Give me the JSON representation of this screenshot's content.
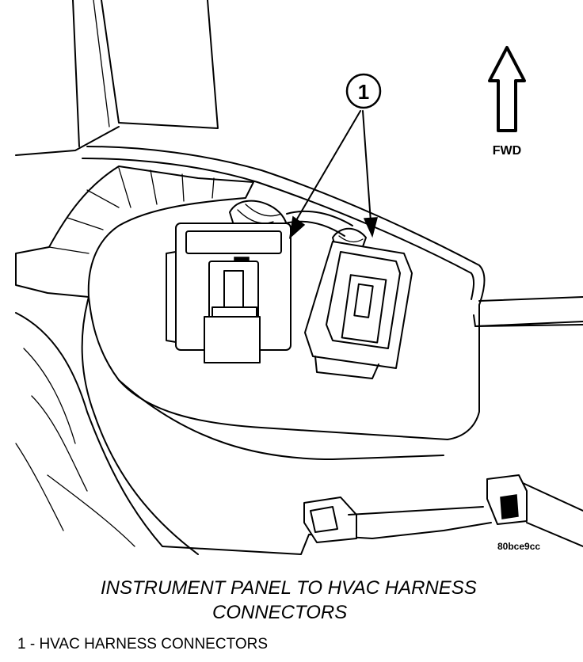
{
  "figure": {
    "callout": "1",
    "direction_label": "FWD",
    "figure_id": "80bce9cc"
  },
  "caption": {
    "line1": "INSTRUMENT PANEL TO HVAC HARNESS",
    "line2": "CONNECTORS"
  },
  "legend": [
    {
      "text": "1 - HVAC HARNESS CONNECTORS"
    }
  ]
}
